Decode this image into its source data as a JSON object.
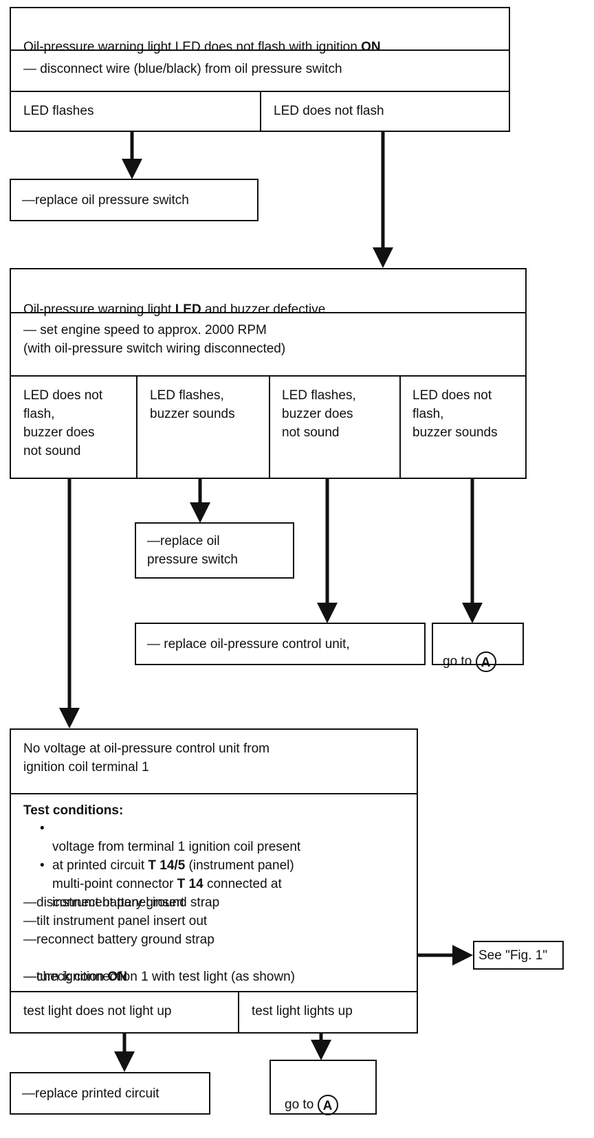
{
  "section1": {
    "title_text": "Oil-pressure warning light LED does not flash with ignition ",
    "title_bold": "ON",
    "step": "— disconnect wire (blue/black) from oil pressure switch",
    "outcome_left": "LED flashes",
    "outcome_right": "LED does not flash",
    "action_left": "—replace oil pressure switch"
  },
  "section2": {
    "title_text": "Oil-pressure warning light ",
    "title_bold": "LED",
    "title_rest": " and buzzer defective",
    "step": "— set engine speed to approx. 2000 RPM\n   (with oil-pressure switch wiring disconnected)",
    "outcomes": [
      "LED does not\nflash,\nbuzzer does\nnot sound",
      "LED flashes,\nbuzzer sounds",
      "LED flashes,\nbuzzer does\nnot sound",
      "LED does not\nflash,\nbuzzer sounds"
    ],
    "action_switch": "—replace oil\n  pressure switch",
    "action_control_unit": "— replace oil-pressure control unit,",
    "goto_text": "go to",
    "goto_label": "A"
  },
  "section3": {
    "title": "No voltage at oil-pressure control unit from\nignition coil terminal 1",
    "test_conditions_label": "Test conditions:",
    "bullet1_a": "voltage from terminal 1 ignition coil present\nat printed circuit ",
    "bullet1_bold": "T 14/5",
    "bullet1_b": " (instrument panel)",
    "bullet2_a": "multi-point connector ",
    "bullet2_bold": "T 14",
    "bullet2_b": " connected at\ninstrument panel insert",
    "steps": [
      "—disconnect battery ground strap",
      "—tilt instrument panel insert out",
      "—reconnect battery ground strap"
    ],
    "step_ignition_text": "—turn ignition ",
    "step_ignition_bold": "ON",
    "step_check": "—check connection 1 with test light (as shown)",
    "see_fig": "See \"Fig. 1\"",
    "outcome_left": "test light does not light up",
    "outcome_right": "test light lights up",
    "action_left": "—replace printed circuit",
    "goto_text": "go to",
    "goto_label": "A"
  }
}
